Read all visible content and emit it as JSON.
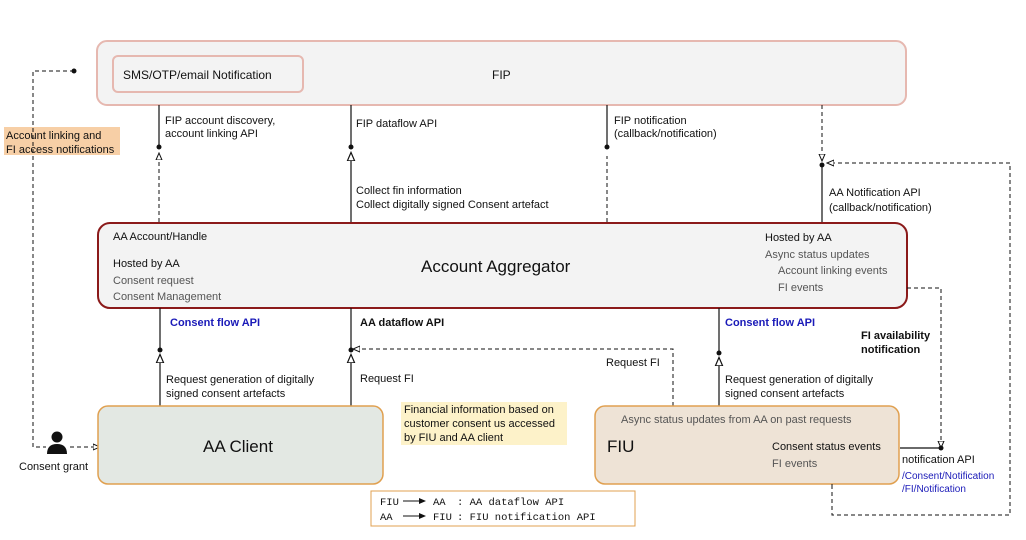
{
  "fip": {
    "title": "FIP",
    "sms_box": "SMS/OTP/email Notification"
  },
  "left_note": {
    "line1": "Account linking and",
    "line2": "FI access notifications"
  },
  "fip_labels": {
    "discovery_1": "FIP account discovery,",
    "discovery_2": "account linking API",
    "dataflow": "FIP dataflow API",
    "notification_1": "FIP notification",
    "notification_2": "(callback/notification)",
    "collect_1": "Collect fin information",
    "collect_2": "Collect digitally signed Consent artefact",
    "aa_notif_1": "AA Notification API",
    "aa_notif_2": "(callback/notification)"
  },
  "aa": {
    "title": "Account Aggregator",
    "handle": "AA Account/Handle",
    "hosted_left": "Hosted by AA",
    "consent_request": "Consent request",
    "consent_mgmt": "Consent Management",
    "hosted_right": "Hosted by AA",
    "async": "Async status updates",
    "linking_events": "Account linking events",
    "fi_events": "FI events"
  },
  "mid_labels": {
    "consent_flow_left": "Consent flow API",
    "aa_dataflow": "AA dataflow API",
    "consent_flow_right": "Consent flow API",
    "fi_avail_1": "FI availability",
    "fi_avail_2": "notification",
    "req_gen_left_1": "Request generation of digitally",
    "req_gen_left_2": "signed consent artefacts",
    "request_fi_left": "Request FI",
    "request_fi_right": "Request FI",
    "req_gen_right_1": "Request generation of digitally",
    "req_gen_right_2": "signed consent artefacts"
  },
  "aa_client": {
    "title": "AA Client"
  },
  "consent_grant": "Consent grant",
  "fin_note": {
    "line1": "Financial information based on",
    "line2": "customer consent us accessed",
    "line3": "by FIU and AA client"
  },
  "fiu": {
    "title": "FIU",
    "async": "Async status updates from AA on past requests",
    "consent_status": "Consent status events",
    "fi_events": "FI events"
  },
  "notif_api": {
    "title": "notification API",
    "path1": "/Consent/Notification",
    "path2": "/FI/Notification"
  },
  "legend": {
    "row1_from": "FIU",
    "row1_to": "AA",
    "row1_desc": ": AA dataflow API",
    "row2_from": "AA",
    "row2_to": "FIU",
    "row2_desc": ": FIU notification API"
  },
  "colors": {
    "fip_border": "#e6b8b0",
    "fip_fill": "#f3f3f3",
    "aa_border": "#8b1a1a",
    "aa_fill": "#f3f3f3",
    "client_border": "#e0a050",
    "client_fill": "#e3e8e3",
    "fiu_border": "#e0a050",
    "fiu_fill": "#eee3d6",
    "orange_note": "#f7cfa6",
    "yellow_note": "#fdf2c9",
    "blue_text": "#1a1ab8"
  }
}
